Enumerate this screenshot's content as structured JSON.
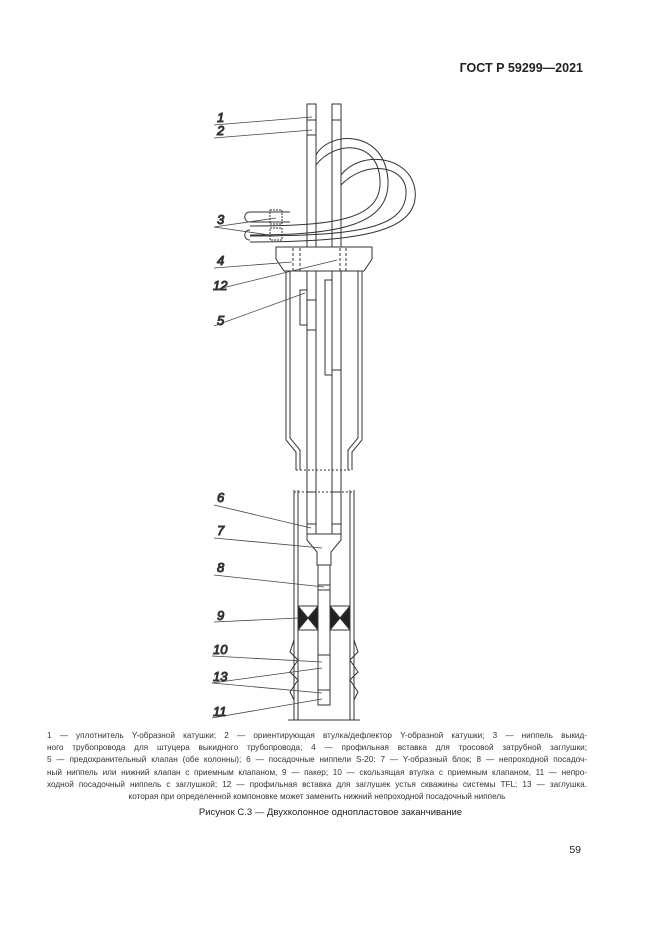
{
  "header": {
    "standard": "ГОСТ Р 59299—2021"
  },
  "figure": {
    "callouts": [
      {
        "label": "1"
      },
      {
        "label": "2"
      },
      {
        "label": "3"
      },
      {
        "label": "4"
      },
      {
        "label": "12"
      },
      {
        "label": "5"
      },
      {
        "label": "6"
      },
      {
        "label": "7"
      },
      {
        "label": "8"
      },
      {
        "label": "9"
      },
      {
        "label": "10"
      },
      {
        "label": "13"
      },
      {
        "label": "11"
      }
    ]
  },
  "legend": {
    "lines": [
      "1 — уплотнитель Y-образной катушки; 2 — ориентирующая втулка/дефлектор Y-образной катушки; 3 — ниппель выкид-",
      "ного трубопровода для штуцера выкидного трубопровода; 4 — профильная вставка для тросовой затрубной заглушки;",
      "5 — предохранительный клапан (обе колонны); 6 — посадочные ниппели S-20: 7 — Y-образный блок; 8 — непроходной посадоч-",
      "ный ниппель или нижний клапан с приемным клапаном, 9 — пакер; 10 — скользящая втулка с приемным клапаном, 11 — непро-",
      "ходной посадочный ниппель с заглушкой; 12 — профильная вставка для заглушек устья скважины системы TFL; 13 — заглушка.",
      "которая при определенной компоновке может заменить нижний непроходной посадочный ниппель"
    ]
  },
  "caption": {
    "text": "Рисунок С.3 — Двухколонное однопластовое заканчивание"
  },
  "page": {
    "number": "59"
  }
}
